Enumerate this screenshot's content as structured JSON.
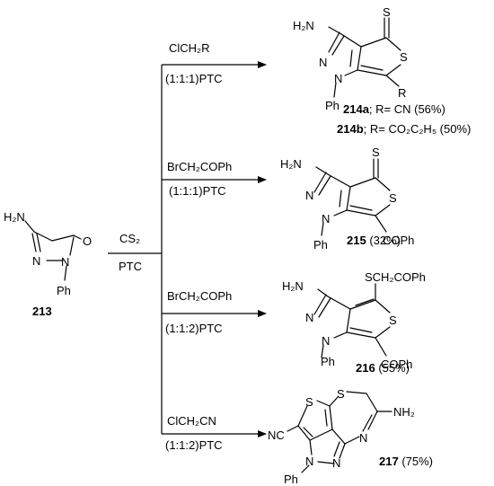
{
  "starting_material": {
    "id": "213",
    "nh2": "H₂N",
    "n": "N",
    "n2": "N",
    "o": "O",
    "ph": "Ph"
  },
  "main_reagent": {
    "top": "CS₂",
    "bottom": "PTC"
  },
  "reactions": [
    {
      "reagent": "ClCH₂R",
      "conditions": "(1:1:1)PTC"
    },
    {
      "reagent": "BrCH₂COPh",
      "conditions": "(1:1:1)PTC"
    },
    {
      "reagent": "BrCH₂COPh",
      "conditions": "(1:1:2)PTC"
    },
    {
      "reagent": "ClCH₂CN",
      "conditions": "(1:1:2)PTC"
    }
  ],
  "products": {
    "p214": {
      "nh2": "H₂N",
      "s_thione": "S",
      "s_ring": "S",
      "r": "R",
      "n": "N",
      "n2": "N",
      "ph": "Ph",
      "a_id": "214a",
      "a_desc": "; R= CN (56%)",
      "b_id": "214b",
      "b_desc": "; R= CO₂C₂H₅ (50%)"
    },
    "p215": {
      "nh2": "H₂N",
      "s_thione": "S",
      "s_ring": "S",
      "cooph": "COPh",
      "n": "N",
      "n2": "N",
      "ph": "Ph",
      "id": "215",
      "yield": " (32%)"
    },
    "p216": {
      "nh2": "H₂N",
      "sub": "SCH₂COPh",
      "s_ring": "S",
      "cooph": "COPh",
      "n": "N",
      "n2": "N",
      "ph": "Ph",
      "id": "216",
      "yield": " (55%)"
    },
    "p217": {
      "s_thio": "S",
      "s_az": "S",
      "nh2": "NH₂",
      "n_az": "N",
      "cn": "NC",
      "n": "N",
      "n2": "N",
      "ph": "Ph",
      "id": "217",
      "yield": " (75%)"
    }
  }
}
